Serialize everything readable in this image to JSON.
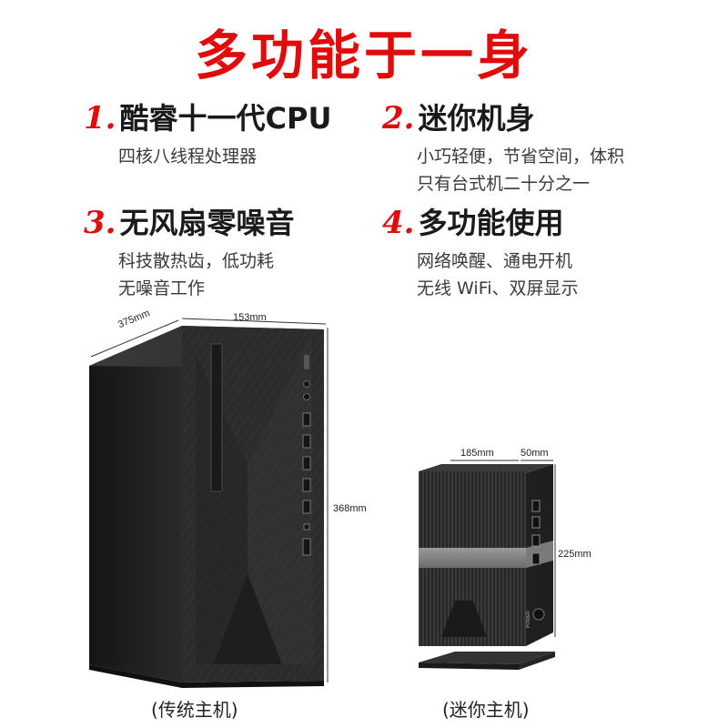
{
  "title": "多功能于一身",
  "features": [
    {
      "num": "1.",
      "title": "酷睿十一代CPU",
      "lines": [
        "四核八线程处理器"
      ]
    },
    {
      "num": "2.",
      "title": "迷你机身",
      "lines": [
        "小巧轻便，节省空间，体积",
        "只有台式机二十分之一"
      ]
    },
    {
      "num": "3.",
      "title": "无风扇零噪音",
      "lines": [
        "科技散热齿，低功耗",
        "无噪音工作"
      ]
    },
    {
      "num": "4.",
      "title": "多功能使用",
      "lines": [
        "网络唤醒、通电开机",
        "无线 WiFi、双屏显示"
      ]
    }
  ],
  "traditional_pc": {
    "depth": "375mm",
    "width": "153mm",
    "height": "368mm",
    "caption": "(传统主机)"
  },
  "mini_pc": {
    "width": "185mm",
    "depth": "50mm",
    "height": "225mm",
    "power_label": "POWER",
    "caption": "(迷你主机)"
  },
  "colors": {
    "accent": "#e00c0c",
    "tower_front": "#2b2b2e",
    "tower_side": "#1c1c1e",
    "mini_body": "#2a2a2c",
    "mini_band": "#8a8a8c"
  }
}
